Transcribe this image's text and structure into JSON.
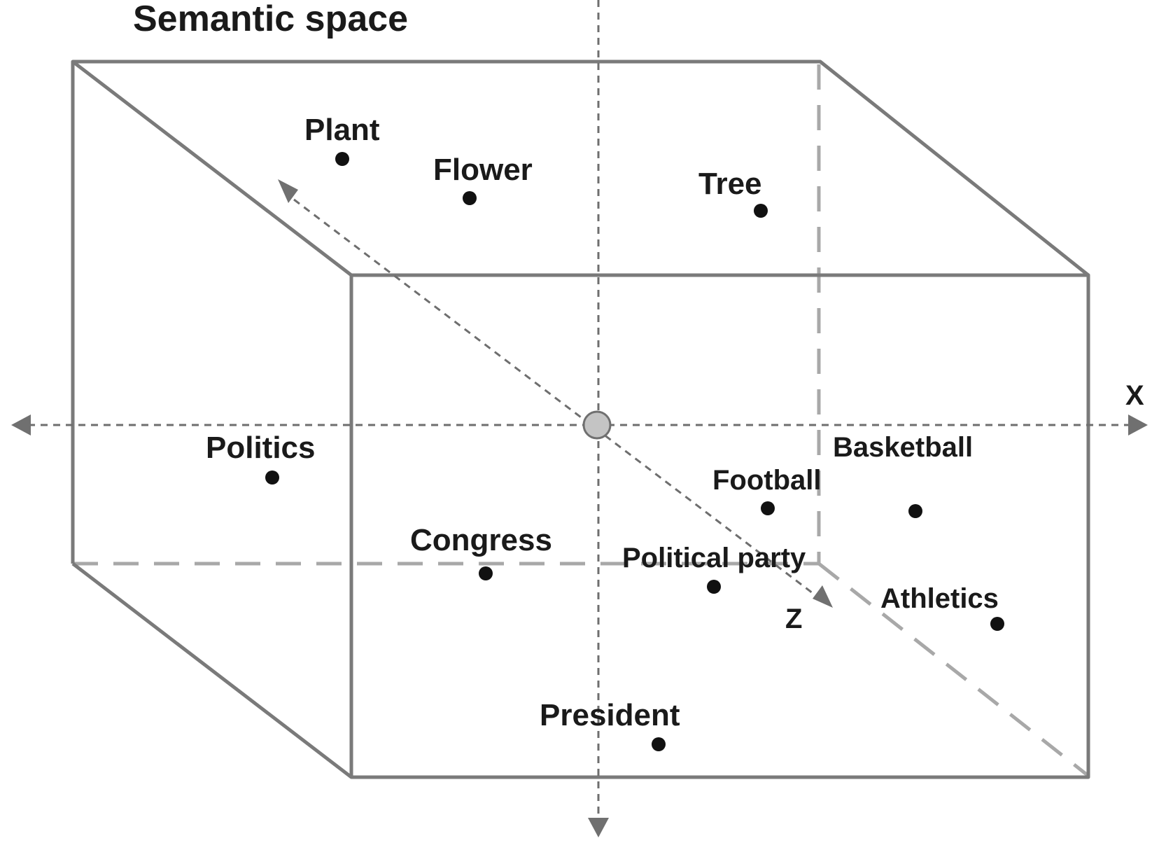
{
  "title": "Semantic space",
  "axes": {
    "x_label": "X",
    "z_label": "Z"
  },
  "words": [
    {
      "label": "Plant"
    },
    {
      "label": "Flower"
    },
    {
      "label": "Tree"
    },
    {
      "label": "Politics"
    },
    {
      "label": "Basketball"
    },
    {
      "label": "Football"
    },
    {
      "label": "Congress"
    },
    {
      "label": "Political party"
    },
    {
      "label": "Athletics"
    },
    {
      "label": "President"
    }
  ],
  "colors": {
    "box_edge": "#7a7a7a",
    "hidden_edge": "#a8a8a8",
    "axis": "#6e6e6e",
    "dot": "#111111",
    "origin_fill": "#c4c4c4",
    "text": "#1a1a1a"
  }
}
